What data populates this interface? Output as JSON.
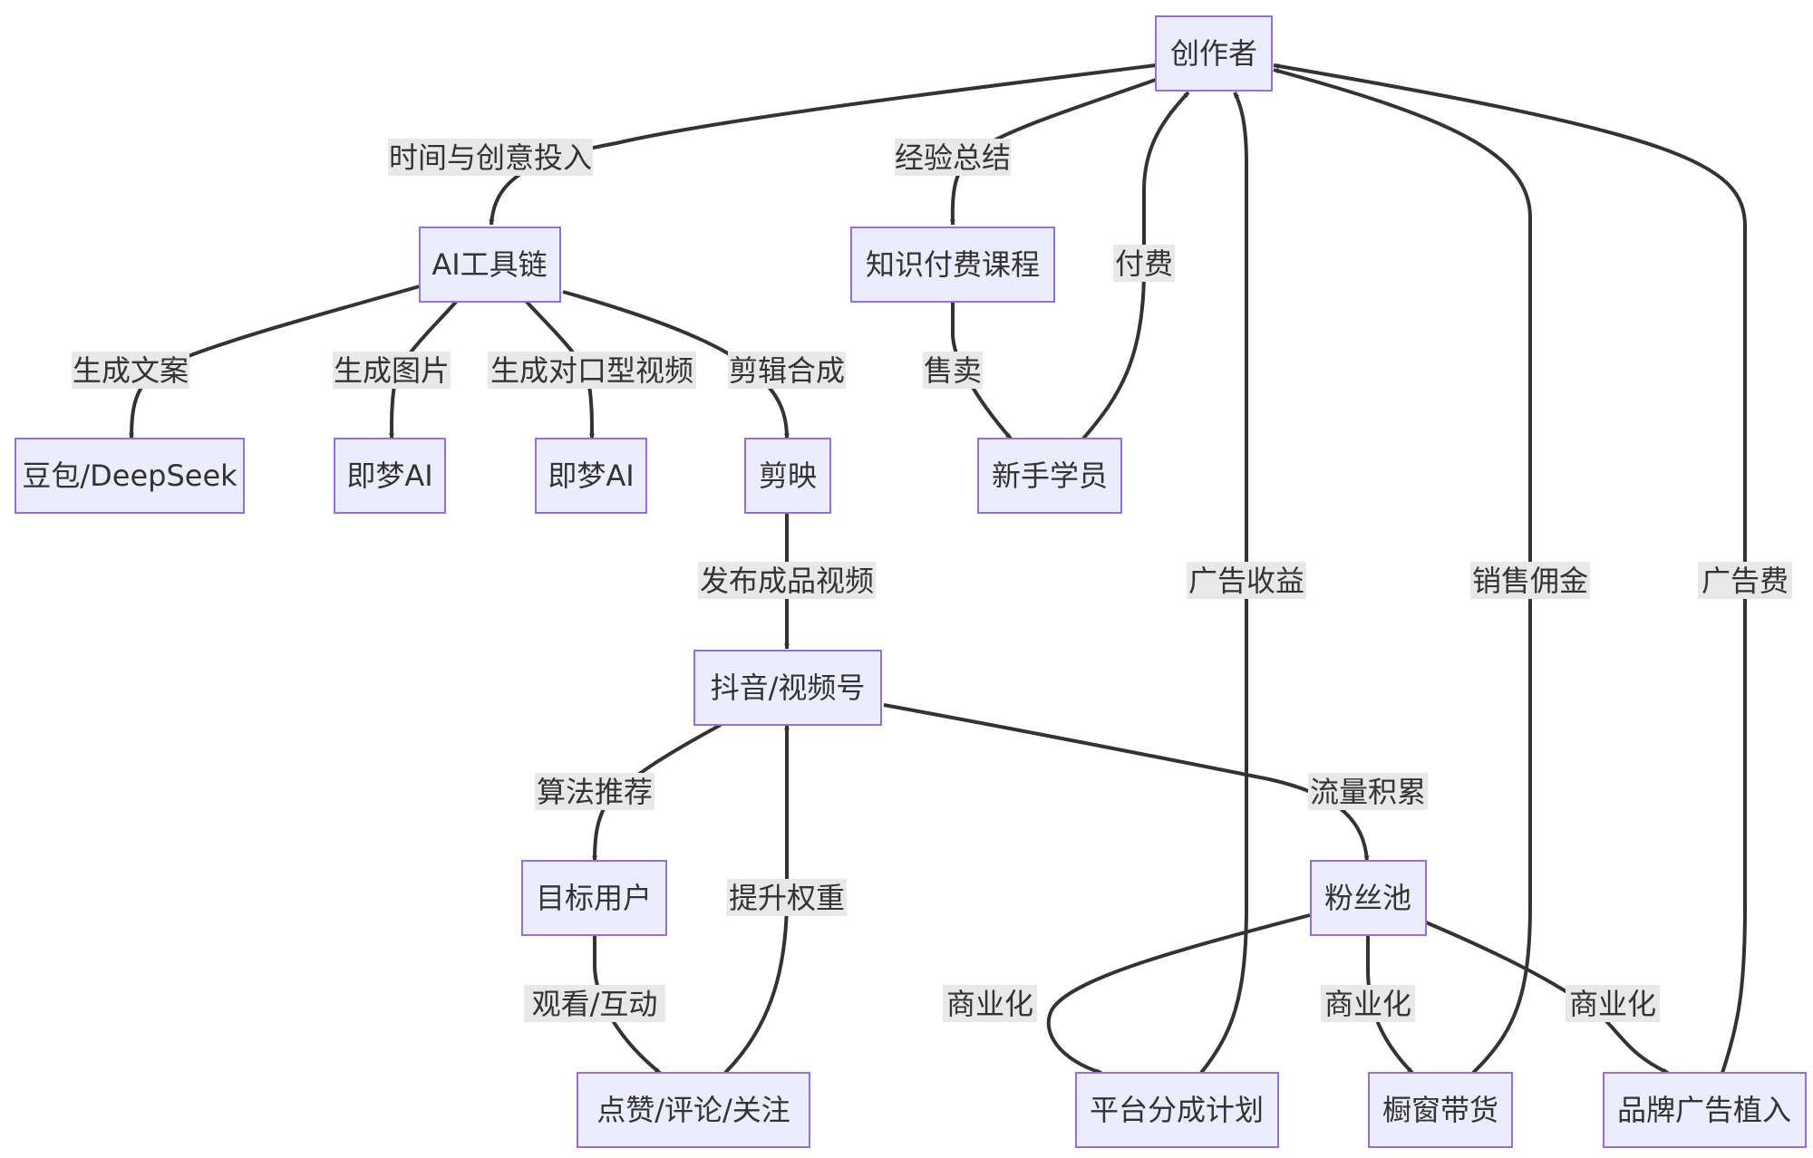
{
  "nodes": {
    "creator": "创作者",
    "ai_toolchain": "AI工具链",
    "knowledge_course": "知识付费课程",
    "doubao_deepseek": "豆包/DeepSeek",
    "jimeng_image": "即梦AI",
    "jimeng_video": "即梦AI",
    "capcut": "剪映",
    "novice_students": "新手学员",
    "douyin_channels": "抖音/视频号",
    "target_users": "目标用户",
    "fan_pool": "粉丝池",
    "engagement": "点赞/评论/关注",
    "platform_revenue_share": "平台分成计划",
    "showcase_sales": "橱窗带货",
    "brand_placement": "品牌广告植入"
  },
  "edges": {
    "time_creative_input": "时间与创意投入",
    "experience_summary": "经验总结",
    "generate_copy": "生成文案",
    "generate_image": "生成图片",
    "generate_lipsync_video": "生成对口型视频",
    "edit_compose": "剪辑合成",
    "sell": "售卖",
    "pay": "付费",
    "publish_video": "发布成品视频",
    "algorithm_recommend": "算法推荐",
    "traffic_accumulate": "流量积累",
    "watch_interact": "观看/互动",
    "boost_weight": "提升权重",
    "ad_revenue": "广告收益",
    "sales_commission": "销售佣金",
    "ad_fee": "广告费",
    "monetize_1": "商业化",
    "monetize_2": "商业化",
    "monetize_3": "商业化"
  },
  "colors": {
    "node_fill": "#ececff",
    "node_stroke": "#9370db",
    "edge": "#333333",
    "label_bg": "#e8e8e8"
  }
}
